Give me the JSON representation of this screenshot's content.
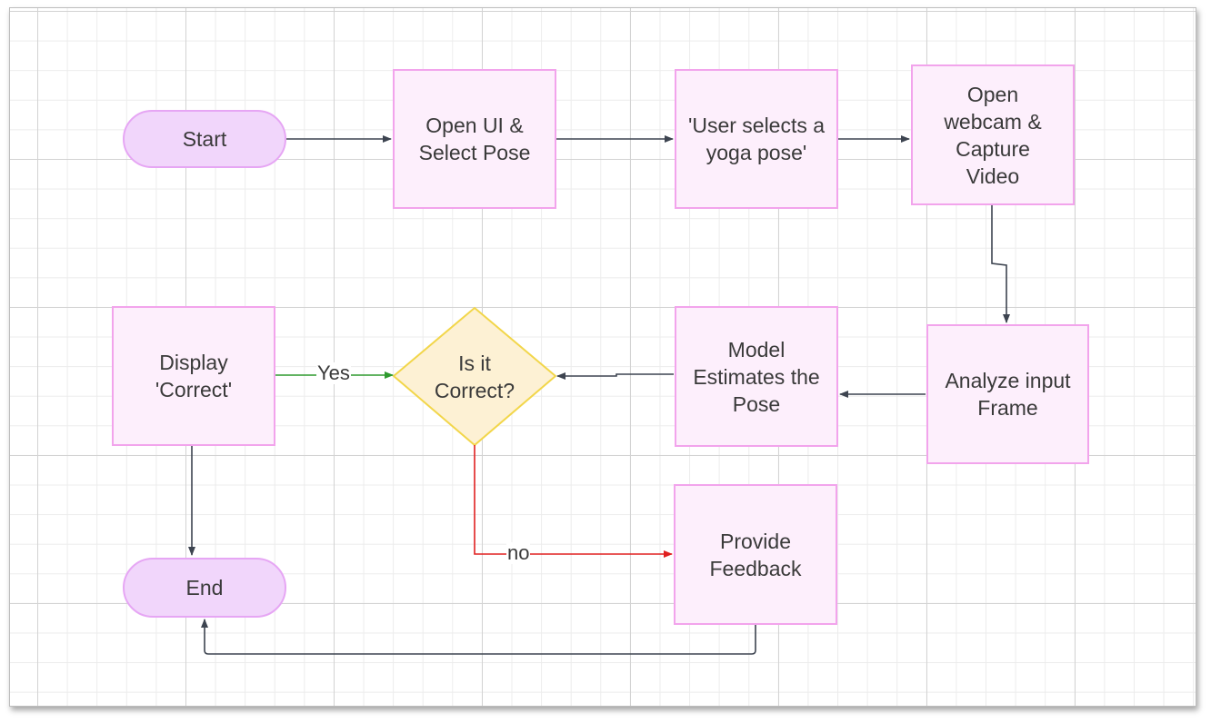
{
  "nodes": {
    "start": "Start",
    "open_ui": "Open UI & Select Pose",
    "user_selects": "'User selects a yoga pose'",
    "open_webcam": "Open webcam & Capture Video",
    "analyze": "Analyze input Frame",
    "model": "Model Estimates the Pose",
    "decision": "Is it Correct?",
    "display": "Display 'Correct'",
    "feedback": "Provide Feedback",
    "end": "End"
  },
  "edges": {
    "yes_label": "Yes",
    "no_label": "no"
  },
  "colors": {
    "process_fill": "#fdeffc",
    "process_border": "#f2a4ec",
    "terminal_fill": "#f1d6fb",
    "decision_fill": "#fdf1d4",
    "decision_border": "#f2d64a",
    "edge_default": "#3d4450",
    "edge_yes": "#2e9a2e",
    "edge_no": "#e02020"
  }
}
